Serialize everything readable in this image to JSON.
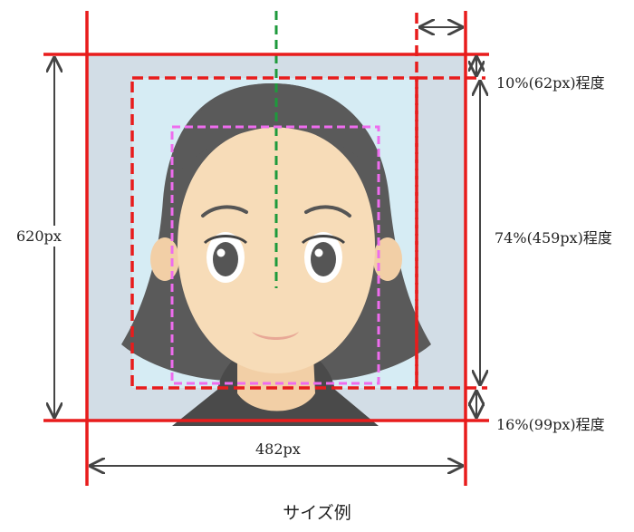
{
  "labels": {
    "height_total": "620px",
    "width_total": "482px",
    "top_margin": "10%(62px)程度",
    "face_height": "74%(459px)程度",
    "bottom_margin": "16%(99px)程度"
  },
  "caption": "サイズ例",
  "colors": {
    "frame_red": "#e81c1c",
    "face_guide_magenta": "#ee6cee",
    "center_line_green": "#1e9a3c",
    "arrow_gray": "#444444",
    "photo_bg": "#d2dde6",
    "sky_bg": "#d6ecf4",
    "skin": "#f7dcb8",
    "hair": "#5a5a5a"
  }
}
